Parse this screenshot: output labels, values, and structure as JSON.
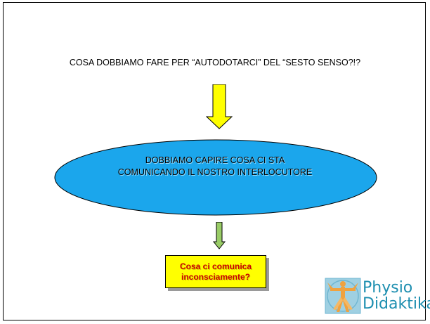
{
  "question": {
    "text": "COSA DOBBIAMO FARE PER “AUTODOTARCI” DEL “SESTO SENSO?!?"
  },
  "ellipse": {
    "text": "DOBBIAMO CAPIRE COSA CI STA COMUNICANDO IL NOSTRO INTERLOCUTORE",
    "color": "#1ba6ec"
  },
  "answer": {
    "text": "Cosa ci comunica inconsciamente?",
    "color": "#ffff00",
    "text_color": "#cc0000"
  },
  "arrows": {
    "first_color": "#ffff00",
    "second_color": "#99cc66"
  },
  "logo": {
    "line1": "Physio",
    "line2": "Didaktika",
    "icon": "vitruvian-man-icon",
    "color": "#1e8fb0"
  }
}
